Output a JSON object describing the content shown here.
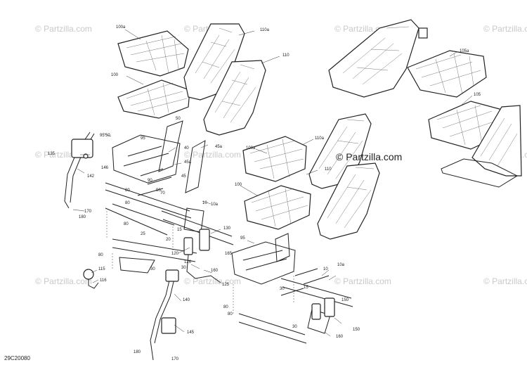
{
  "watermark_text": "© Partzilla.com",
  "center_watermark": "© Partzilla.com",
  "diagram_code": "29C20080",
  "callouts": {
    "c100a_1": "100a",
    "c110a_1": "110a",
    "c110_1": "110",
    "c100_1": "100",
    "c105a": "105a",
    "c105": "105",
    "c100a_2": "100a",
    "c110a_2": "110a",
    "c110_2": "110",
    "c100_2": "100",
    "c50a": "50",
    "c50b": "50",
    "c95a": "95",
    "c95b": "95",
    "c95c": "95",
    "c135": "135",
    "c146": "146",
    "c142": "142",
    "c170a": "170",
    "c180a": "180",
    "c40": "40",
    "c45a": "45a",
    "c45a_2": "45a",
    "c45": "45",
    "c90a": "90",
    "c90b": "90",
    "c70": "70",
    "c80a": "80",
    "c80b": "80",
    "c80c": "80",
    "c10a": "10",
    "c10a_b": "10a",
    "c15a": "15",
    "c20": "20",
    "c25": "25",
    "c130": "130",
    "c120": "120",
    "c125": "125",
    "c126": "126",
    "c160a": "160",
    "c165": "165",
    "c30a": "30",
    "c30b": "30",
    "c80d": "80",
    "c115": "115",
    "c116": "116",
    "c140": "140",
    "c145": "145",
    "c180b": "180",
    "c170b": "170",
    "c10b": "10",
    "c10b_a": "10a",
    "c15b": "15",
    "c30c": "30",
    "c80e": "80",
    "c80f": "80",
    "c150a": "150",
    "c150b": "150",
    "c160b": "160",
    "c30d": "30"
  }
}
